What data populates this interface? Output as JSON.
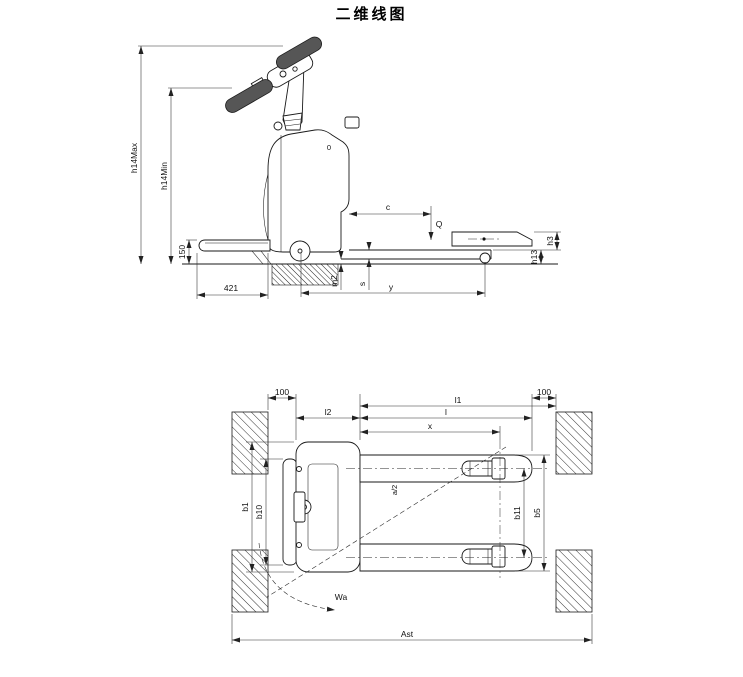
{
  "page": {
    "title": "二维线图",
    "background": "#ffffff",
    "line_color": "#1a1a1a",
    "dark_fill": "#565656"
  },
  "side_view": {
    "labels": {
      "h14max": "h14Max",
      "h14min": "h14Min",
      "platform_height": "150",
      "rear_overhang": "421",
      "load_center": "c",
      "capacity": "Q",
      "lift_height": "h3",
      "lowered_height": "h13",
      "ground_clearance": "m2",
      "fork_thickness": "s",
      "wheelbase": "y",
      "body_mark": "0"
    }
  },
  "plan_view": {
    "labels": {
      "clearance_left": "100",
      "clearance_right": "100",
      "length_l1": "l1",
      "length_l2": "l2",
      "fork_length_l": "l",
      "load_distance_x": "x",
      "half_clearance": "a/2",
      "width_b1": "b1",
      "width_b10": "b10",
      "width_b11": "b11",
      "width_b5": "b5",
      "turning_radius": "Wa",
      "aisle_width": "Ast"
    }
  }
}
